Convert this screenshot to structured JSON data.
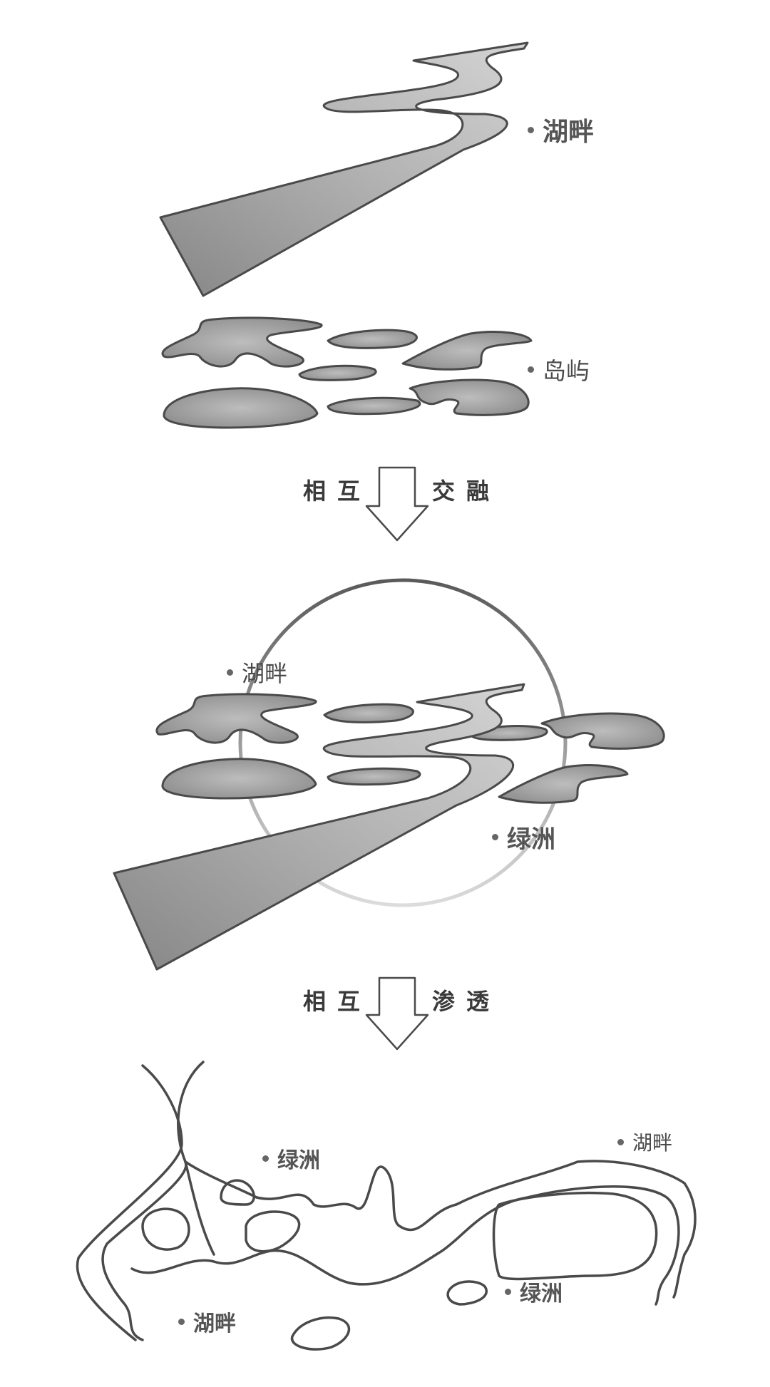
{
  "section1": {
    "river_label": "湖畔",
    "islands_label": "岛屿"
  },
  "step1": {
    "left": "相互",
    "right": "交融"
  },
  "section2": {
    "label_top": "湖畔",
    "label_bottom": "绿洲"
  },
  "step2": {
    "left": "相互",
    "right": "渗透"
  },
  "section3": {
    "label_oasis_top": "绿洲",
    "label_lake_right": "湖畔",
    "label_oasis_bottom": "绿洲",
    "label_lake_left": "湖畔"
  },
  "colors": {
    "fill_dark": "#8c8c8c",
    "fill_light": "#d6d6d6",
    "stroke": "#4a4a4a",
    "text": "#555555"
  }
}
